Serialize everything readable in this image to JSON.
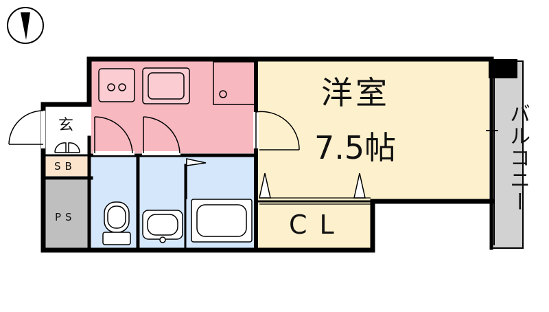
{
  "plan": {
    "rooms": {
      "main": {
        "name": "洋室",
        "size": "7.5帖"
      },
      "closet": {
        "name": "CL"
      },
      "entrance": {
        "name": "玄"
      },
      "shoe_box": {
        "name": "SB"
      },
      "pipe_space": {
        "name": "PS"
      },
      "balcony": {
        "name": "バルコニー"
      }
    }
  },
  "colors": {
    "wall": "#000000",
    "kitchen": "#f7b8c0",
    "main_room": "#fdf0cc",
    "wet_area": "#d5e7fb",
    "storage": "#bfbfbf",
    "balcony": "#d2d2d2",
    "shoe_box": "#fbe3cc",
    "closet": "#fdf0cc"
  },
  "icons": {
    "compass": "north-arrow-icon",
    "stove": "two-burner-stove-icon",
    "sink": "kitchen-sink-icon",
    "toilet": "toilet-icon",
    "washbasin": "washbasin-icon",
    "bathtub": "bathtub-icon"
  }
}
